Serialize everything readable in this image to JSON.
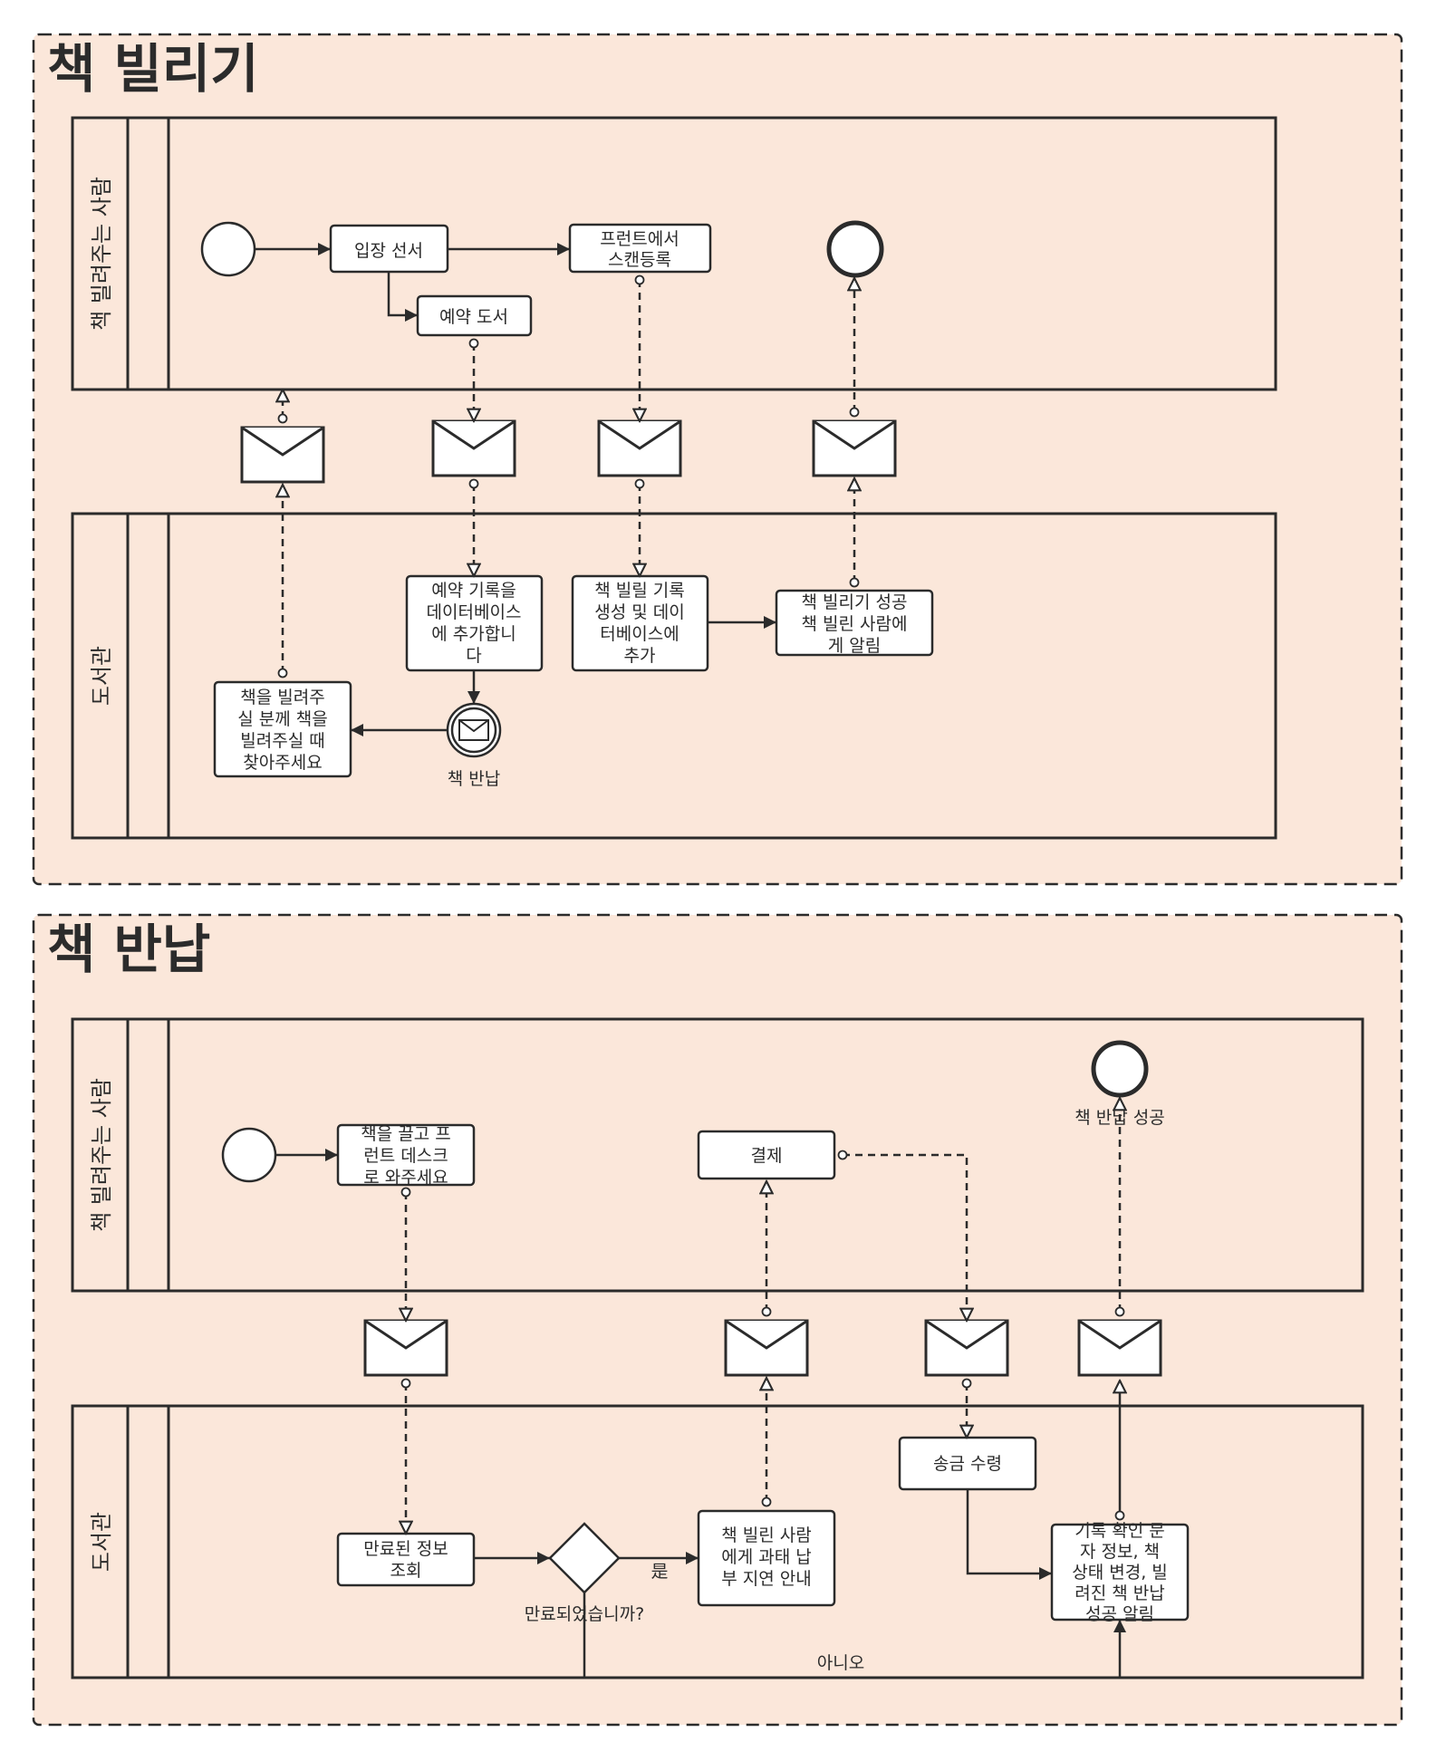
{
  "borrowing": {
    "title": "책 빌리기",
    "lane_lender": "책 빌려주는 사람",
    "lane_library": "도서관",
    "tasks": {
      "enter_book": [
        "입장 선서"
      ],
      "reserve_book": [
        "예약 도서"
      ],
      "front_scan": [
        "프런트에서",
        "스캔등록"
      ],
      "add_reservation": [
        "예약 기록을",
        "데이터베이스",
        "에 추가합니",
        "다"
      ],
      "create_record": [
        "책 빌릴 기록",
        "생성 및 데이",
        "터베이스에",
        "추가"
      ],
      "notify_success": [
        "책 빌리기 성공",
        "책 빌린 사람에",
        "게 알림"
      ],
      "visit_request": [
        "책을 빌려주",
        "실 분께 책을",
        "빌려주실 때",
        "찾아주세요"
      ]
    },
    "return_event_label": "책 반납"
  },
  "returning": {
    "title": "책 반납",
    "lane_lender": "책 빌려주는 사람",
    "lane_library": "도서관",
    "tasks": {
      "bring_to_desk": [
        "책을 끌고 프",
        "런트 데스크",
        "로 와주세요"
      ],
      "payment": [
        "결제"
      ],
      "receive_remit": [
        "송금 수령"
      ],
      "check_expiry": [
        "만료된 정보",
        "조회"
      ],
      "late_notice": [
        "책 빌린 사람",
        "에게 과태 납",
        "부 지연 안내"
      ],
      "confirm_record": [
        "기록 확인 문",
        "자 정보, 책",
        "상태 변경, 빌",
        "려진 책 반납",
        "성공 알림"
      ]
    },
    "end_label": "책 반납 성공",
    "gateway_label": "만료되었습니까?",
    "yes_label": "是",
    "no_label": "아니오"
  }
}
